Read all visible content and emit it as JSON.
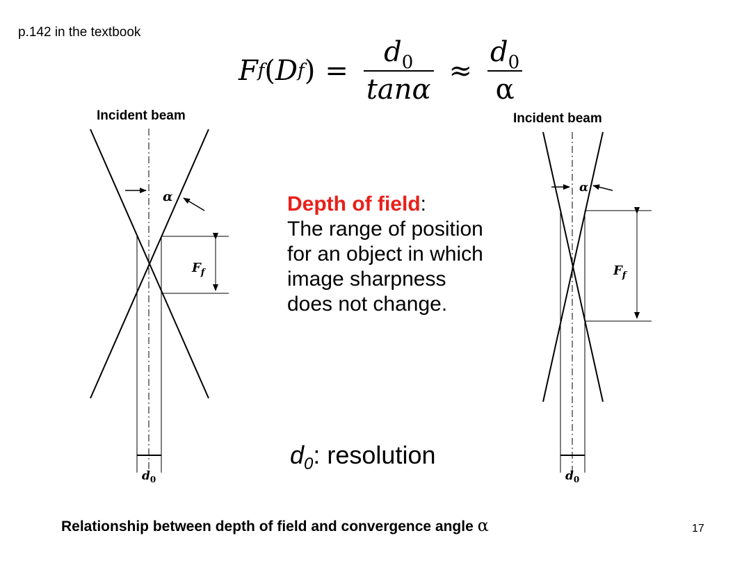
{
  "slide": {
    "reference_note": "p.142 in the textbook",
    "page_number": "17"
  },
  "formula": {
    "lhs": "F",
    "lhs_sub": "f",
    "lhs_arg": "D",
    "lhs_arg_sub": "f",
    "num1": "d",
    "num1_sub": "0",
    "den1": "tanα",
    "approx": "≈",
    "num2": "d",
    "num2_sub": "0",
    "den2": "α"
  },
  "diagrams": {
    "left": {
      "beam_label": "Incident beam",
      "angle_label": "α",
      "depth_label": "F",
      "depth_sub": "f",
      "width_label": "d",
      "width_sub": "0"
    },
    "right": {
      "beam_label": "Incident beam",
      "angle_label": "α",
      "depth_label": "F",
      "depth_sub": "f",
      "width_label": "d",
      "width_sub": "0"
    }
  },
  "definition": {
    "term": "Depth of field",
    "colon": ":",
    "text": "The range of position for an object in which image sharpness does not change.",
    "term_color": "#e8201a"
  },
  "resolution": {
    "symbol": "d",
    "symbol_sub": "0",
    "text": ": resolution"
  },
  "caption": {
    "text": "Relationship between depth of field and convergence angle ",
    "symbol": "α"
  }
}
